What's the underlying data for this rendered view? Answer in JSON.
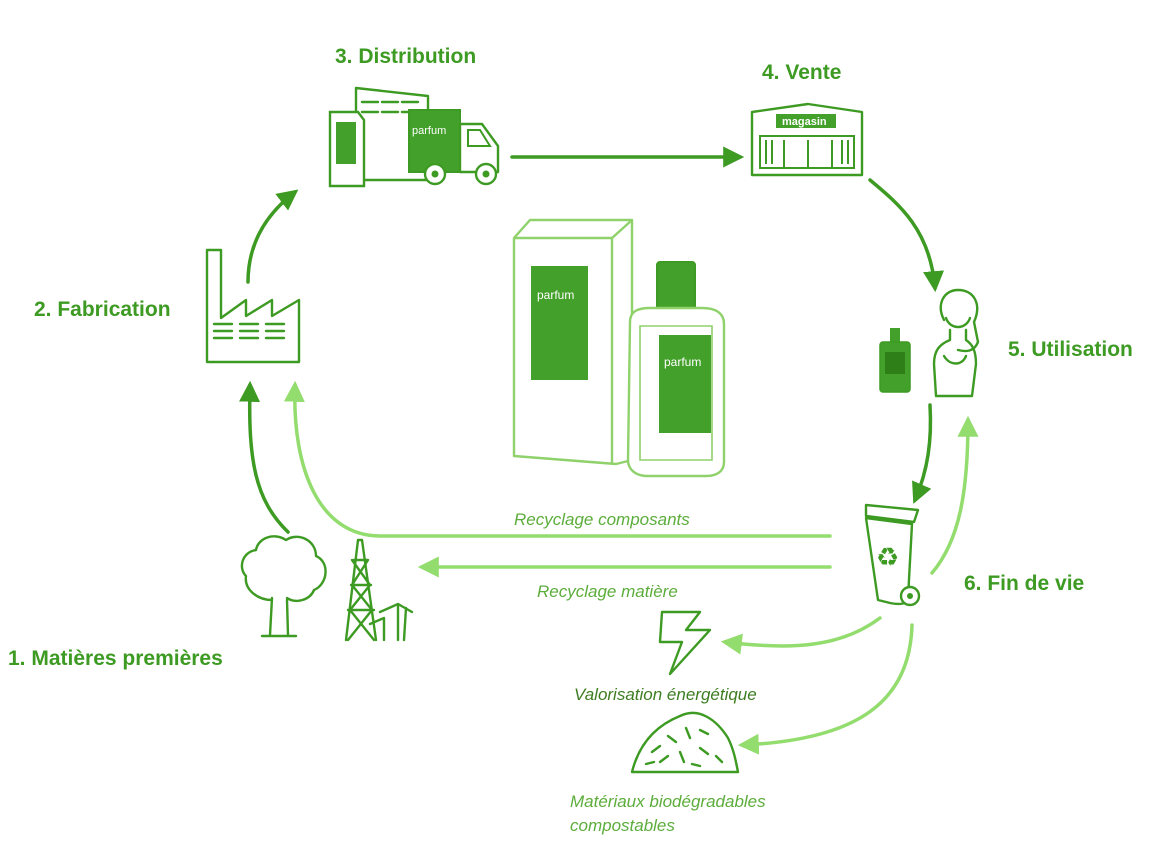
{
  "stages": {
    "s1": "1. Matières premières",
    "s2": "2. Fabrication",
    "s3": "3. Distribution",
    "s4": "4. Vente",
    "s5": "5. Utilisation",
    "s6": "6. Fin de vie"
  },
  "flows": {
    "recycling_components": "Recyclage composants",
    "recycling_material": "Recyclage matière",
    "energy_recovery": "Valorisation énergétique",
    "biodegradable_line1": "Matériaux biodégradables",
    "biodegradable_line2": "compostables"
  },
  "product_labels": {
    "parfum": "parfum",
    "store": "magasin"
  },
  "colors": {
    "dark_green": "#3d9a22",
    "light_green": "#93dc6e",
    "fill_green": "#43a02a"
  },
  "icons": [
    "tree-icon",
    "oil-derrick-icon",
    "factory-icon",
    "warehouse-icon",
    "truck-icon",
    "store-icon",
    "woman-icon",
    "perfume-bottle-icon",
    "recycle-bin-icon",
    "lightning-icon",
    "compost-heap-icon"
  ]
}
